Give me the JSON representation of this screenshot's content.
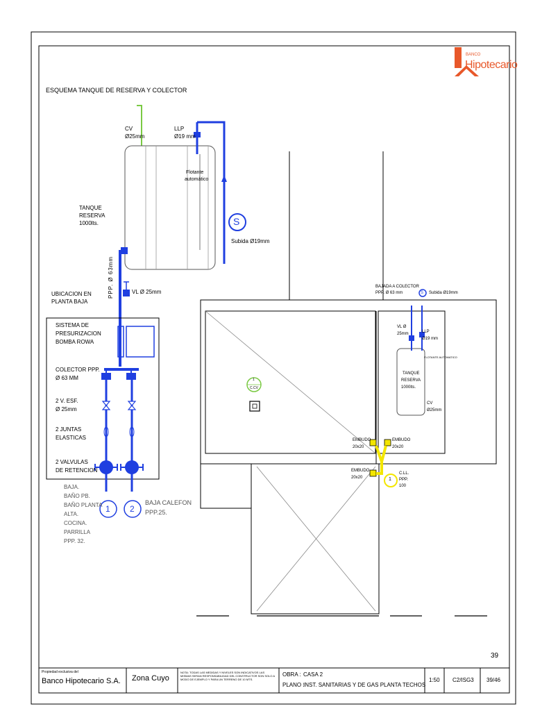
{
  "logo": {
    "small": "BANCO",
    "name": "Hipotecario",
    "color": "#e8582a"
  },
  "schema": {
    "title": "ESQUEMA TANQUE DE RESERVA Y COLECTOR",
    "cv_label": "CV",
    "cv_size": "Ø25mm",
    "llp_label": "LLP",
    "llp_size": "Ø19 mm",
    "float_1": "Flotante",
    "float_2": "automático",
    "tank_1": "TANQUE",
    "tank_2": "RESERVA",
    "tank_3": "1000lts.",
    "s_symbol": "S",
    "subida": "Subida Ø19mm",
    "ppp_vertical": "PPP. Ø 63mm",
    "vl": "VL Ø 25mm",
    "ubic_1": "UBICACION EN",
    "ubic_2": "PLANTA BAJA",
    "sist_1": "SISTEMA DE",
    "sist_2": "PRESURIZACION",
    "sist_3": "BOMBA ROWA",
    "colector_1": "COLECTOR PPP.",
    "colector_2": "Ø 63 MM",
    "esf_1": "2 V. ESF.",
    "esf_2": "Ø 25mm",
    "juntas_1": "2 JUNTAS",
    "juntas_2": "ELASTICAS",
    "valv_1": "2 VALVULAS",
    "valv_2": "DE RETENCION",
    "circle_1": "1",
    "circle_2": "2",
    "baja_list": [
      "BAJA.",
      "BAÑO PB.",
      "BAÑO PLANTA",
      "ALTA.",
      "COCINA.",
      "PARRILLA",
      "PPP. 32."
    ],
    "calefon_1": "BAJA CALEFON",
    "calefon_2": "PPP.25."
  },
  "plan": {
    "bajada_1": "BAJADA A COLECTOR",
    "bajada_2": "PPP. Ø 63 mm",
    "s_small": "S",
    "subida_small": "Subida Ø19mm",
    "vl_1": "VL Ø",
    "vl_2": "25mm",
    "llp": "LLP",
    "llp_size": "Ø19 mm",
    "float_small": "FLOTANTE AUTOMATICO",
    "tank_1": "TANQUE",
    "tank_2": "RESERVA",
    "tank_3": "1000lts.",
    "cv": "CV",
    "cv_size": "Ø25mm",
    "embudo": "EMBUDO",
    "embudo_size": "20x20",
    "cll_1": "C.LL.",
    "cll_2": "PPP.",
    "cll_3": "100",
    "cll_num": "1",
    "ccv_top": "1",
    "ccv_bottom": "C.CV"
  },
  "sheet_number": "39",
  "footer": {
    "owner_small": "Propiedad exclusiva del",
    "owner": "Banco Hipotecario S.A.",
    "zone": "Zona Cuyo",
    "note": "NOTA: TODAS LAS MEDIDAS Y NIVELES SON INDICATIVOS LAS MISMAS SERAN RESPONSABILIDAD DEL CONSTRUCTOR SON SOLO A MODO DE EJEMPLO Y PARA UN TERRENO DE 10 MTS.",
    "obra_label": "OBRA :",
    "obra_value": "CASA 2",
    "plano_label": "PLANO :",
    "plano_value": "INST. SANITARIAS Y DE GAS PLANTA TECHOS",
    "scale": "1:50",
    "code": "C2/ISG3",
    "page": "39/46"
  },
  "colors": {
    "pipe": "#1f3fe0",
    "green": "#7ac943",
    "yellow": "#f3e600",
    "line": "#000000"
  }
}
